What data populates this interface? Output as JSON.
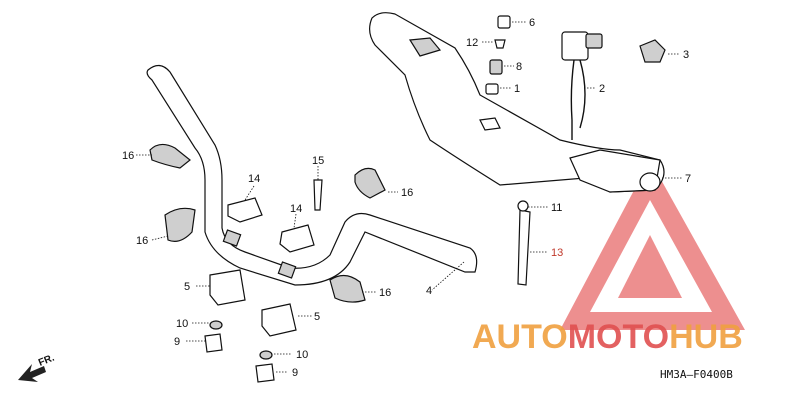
{
  "diagram_code": "HM3A–F0400B",
  "direction_indicator": "FR.",
  "watermark": {
    "brand_auto": "AUTO",
    "brand_moto": "MOTO",
    "brand_hub": "HUB",
    "color_orange": "#f0a040",
    "color_red": "#e05050",
    "color_triangle": "#e86a6a"
  },
  "callouts": {
    "c1": "1",
    "c2": "2",
    "c3": "3",
    "c4": "4",
    "c5a": "5",
    "c5b": "5",
    "c6": "6",
    "c7": "7",
    "c8": "8",
    "c9a": "9",
    "c9b": "9",
    "c10a": "10",
    "c10b": "10",
    "c11": "11",
    "c12": "12",
    "c13": "13",
    "c14a": "14",
    "c14b": "14",
    "c15": "15",
    "c16a": "16",
    "c16b": "16",
    "c16c": "16",
    "c16d": "16"
  }
}
